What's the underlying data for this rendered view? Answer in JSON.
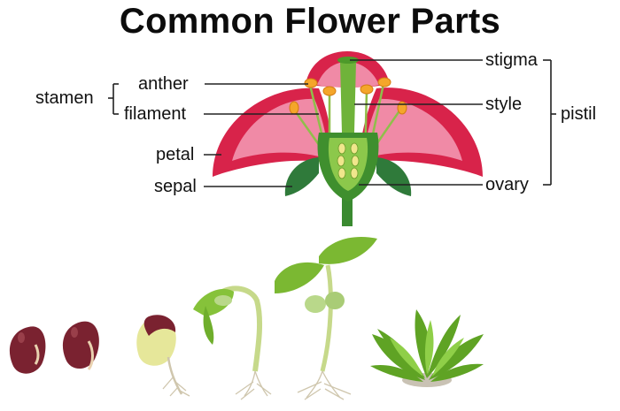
{
  "title": "Common Flower Parts",
  "labels": {
    "stamen": "stamen",
    "anther": "anther",
    "filament": "filament",
    "petal": "petal",
    "sepal": "sepal",
    "stigma": "stigma",
    "style": "style",
    "ovary": "ovary",
    "pistil": "pistil"
  },
  "colors": {
    "petal_outer": "#d8234a",
    "petal_inner": "#f08aa6",
    "sepal": "#2f7a3a",
    "anther": "#f4a62a",
    "pistil": "#6fb33a",
    "ovary": "#3f8f2e",
    "seed": "#7a2230",
    "leaf": "#86c23a",
    "stem": "#c6d98a",
    "root": "#bfb39a",
    "line": "#222222"
  }
}
